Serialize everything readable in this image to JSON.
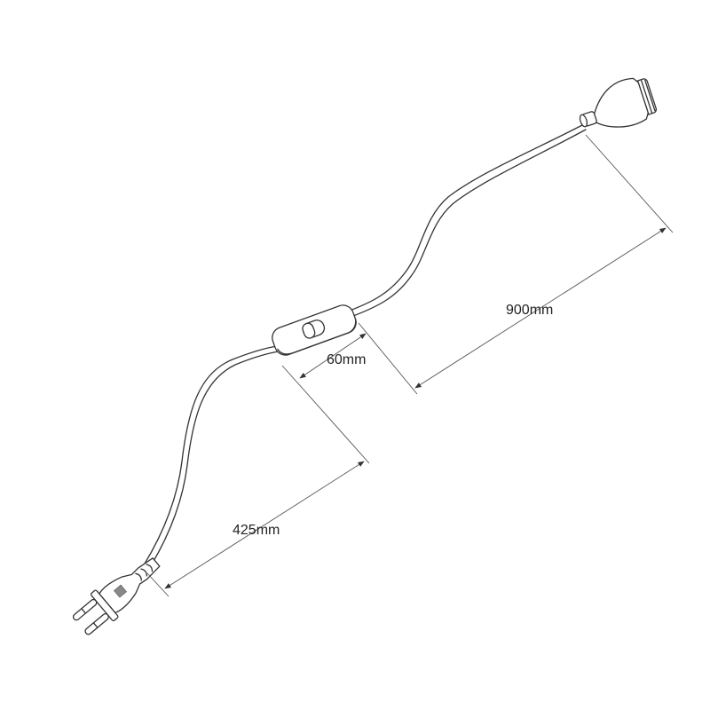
{
  "dimensions": {
    "plug_to_switch": "425mm",
    "switch_length": "60mm",
    "switch_to_socket": "900mm"
  },
  "parts": [
    "plug",
    "cable",
    "inline-switch",
    "lamp-socket"
  ],
  "colors": {
    "line": "#333333",
    "background": "#ffffff"
  }
}
